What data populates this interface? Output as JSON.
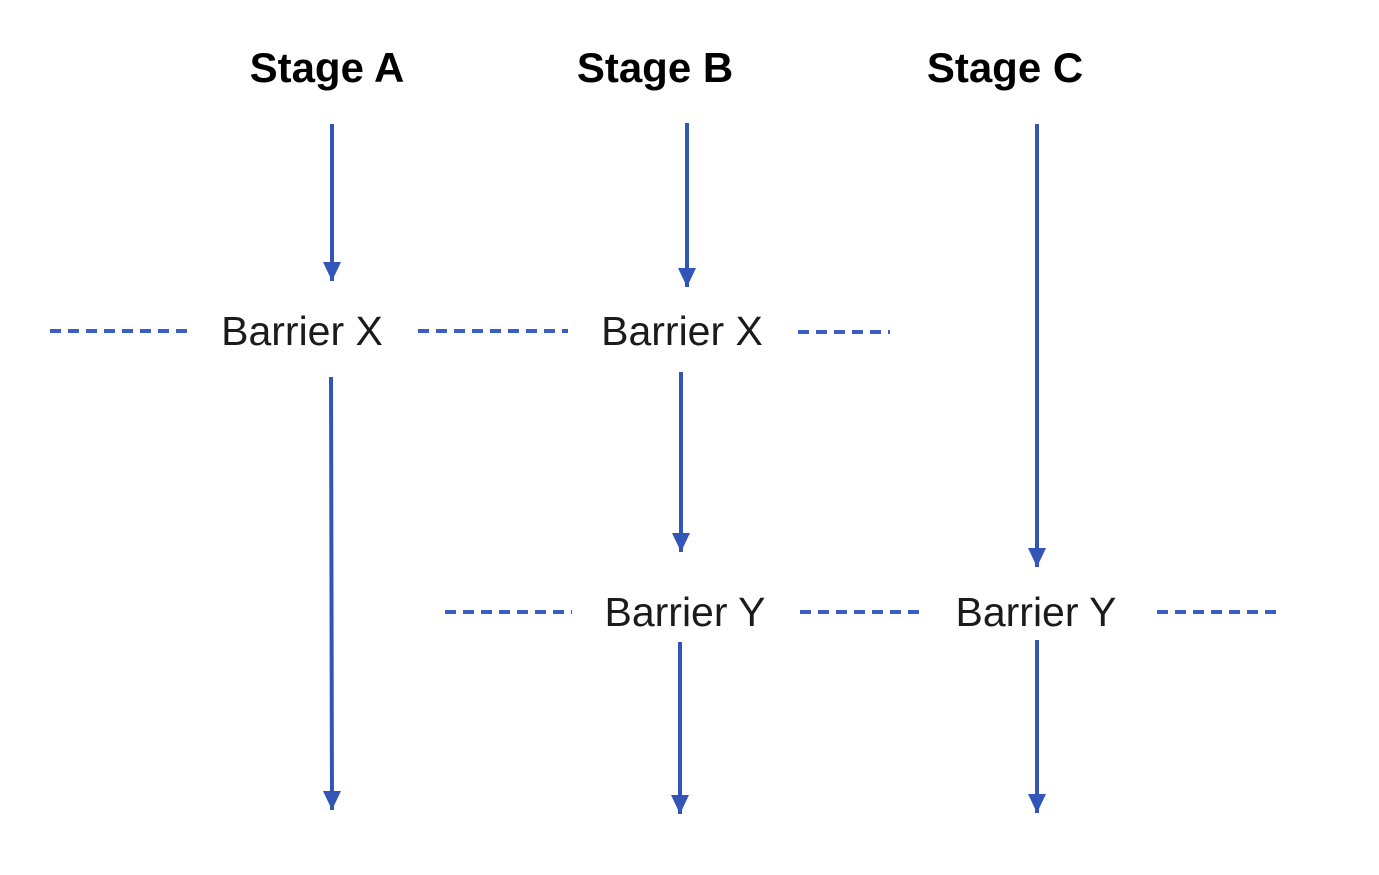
{
  "diagram": {
    "stage_labels": [
      "Stage A",
      "Stage B",
      "Stage C"
    ],
    "barrier_labels": [
      "Barrier X",
      "Barrier X",
      "Barrier Y",
      "Barrier Y"
    ],
    "colors": {
      "arrow": "#3355b8",
      "dash": "#3b5ec6",
      "barrier_text": "#1b1b1b",
      "stage_text": "#000000",
      "background": "#ffffff"
    }
  }
}
